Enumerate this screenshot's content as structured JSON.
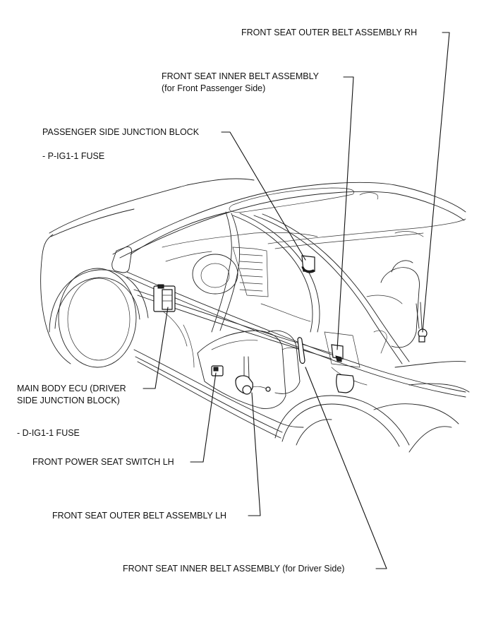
{
  "diagram": {
    "subject": "vehicle-cutaway-component-locations",
    "labels": {
      "front_seat_outer_belt_rh": "FRONT SEAT OUTER BELT ASSEMBLY RH",
      "front_seat_inner_belt_passenger_line1": "FRONT SEAT INNER BELT ASSEMBLY",
      "front_seat_inner_belt_passenger_line2": "(for Front Passenger Side)",
      "passenger_side_junction_block": "PASSENGER SIDE JUNCTION BLOCK",
      "p_ig1_1_fuse": "- P-IG1-1 FUSE",
      "main_body_ecu_line1": "MAIN BODY ECU (DRIVER",
      "main_body_ecu_line2": "SIDE JUNCTION BLOCK)",
      "d_ig1_1_fuse": "- D-IG1-1 FUSE",
      "front_power_seat_switch_lh": "FRONT POWER SEAT SWITCH LH",
      "front_seat_outer_belt_lh": "FRONT SEAT OUTER BELT ASSEMBLY LH",
      "front_seat_inner_belt_driver": "FRONT SEAT INNER BELT ASSEMBLY (for Driver Side)"
    }
  }
}
